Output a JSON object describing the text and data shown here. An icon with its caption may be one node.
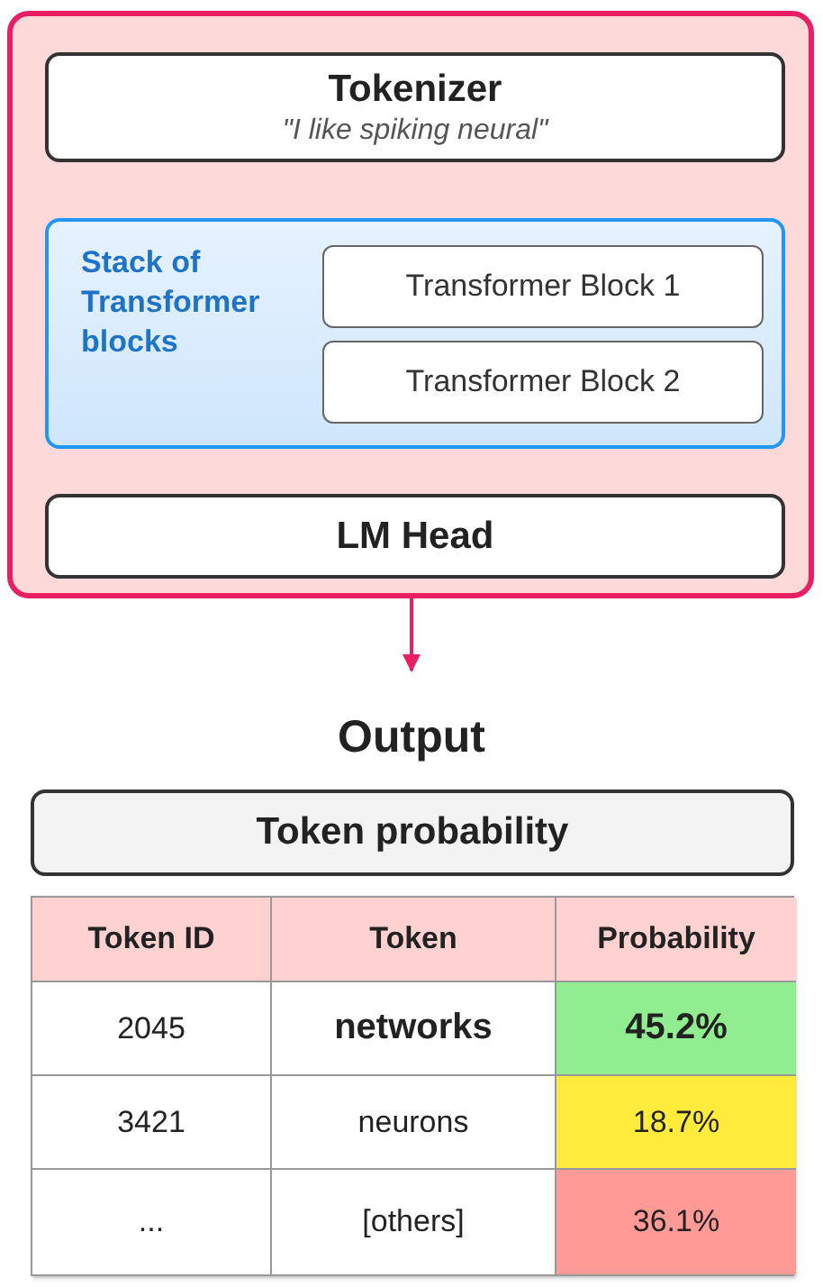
{
  "diagram": {
    "nodes": [
      {
        "text": [],
        "shape": "box"
      },
      {
        "text": [
          "Tokenizer",
          "\"I like spiking neural\""
        ],
        "in": 0
      },
      {
        "text": [
          "Stack of Transformer blocks"
        ],
        "in": 0
      },
      {
        "text": [
          "Transformer Block 1"
        ],
        "in": 2
      },
      {
        "text": [
          "Transformer Block 2"
        ],
        "in": 2
      },
      {
        "text": [
          "LM Head"
        ],
        "in": 0
      },
      {
        "text": [
          "Output"
        ]
      },
      {
        "text": [
          "Token probability"
        ]
      }
    ],
    "edges": [
      {
        "from": 0,
        "to": 6,
        "arrow": "to",
        "color": "#e91e63"
      }
    ],
    "labels": [
      "Token ID",
      "Token",
      "Probability",
      "2045",
      "networks",
      "45.2%",
      "3421",
      "neurons",
      "18.7%",
      "...",
      "[others]",
      "36.1%"
    ]
  }
}
